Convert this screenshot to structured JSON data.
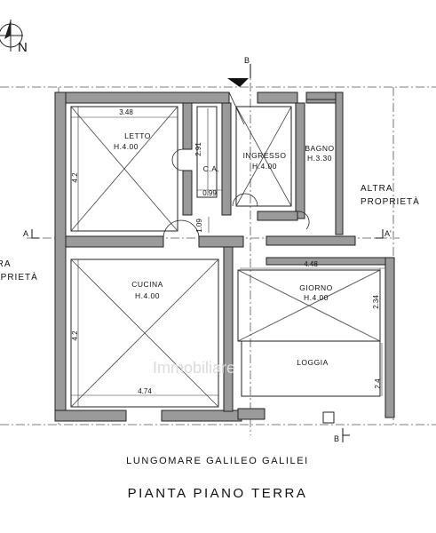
{
  "north_label": "N",
  "rooms": {
    "letto": {
      "name": "LETTO",
      "height": "H.4.00"
    },
    "ca": {
      "name": "C.A."
    },
    "ingresso": {
      "name": "INGRESSO",
      "height": "H.4.00"
    },
    "bagno": {
      "name": "BAGNO",
      "height": "H.3.30"
    },
    "cucina": {
      "name": "CUCINA",
      "height": "H.4.00"
    },
    "giorno": {
      "name": "GIORNO",
      "height": "H.4.00"
    },
    "loggia": {
      "name": "LOGGIA"
    }
  },
  "dimensions": {
    "letto_width": "3.48",
    "letto_depth": "4.2",
    "ca_depth": "2.91",
    "ca_width": "0.99",
    "passage": "1.09",
    "giorno_width": "4.48",
    "giorno_depth": "2.34",
    "cucina_depth": "4.2",
    "cucina_width": "4.74",
    "loggia_depth": "2.4"
  },
  "sections": {
    "b_top": "B",
    "b_bottom": "B",
    "a_left": "A",
    "a_right": "A'"
  },
  "neighbors": {
    "right_line1": "ALTRA",
    "right_line2": "PROPRIETÀ",
    "left_line1": "ALTRA",
    "left_line2": "PROPRIETÀ"
  },
  "watermark": "Immobiliare",
  "street": "LUNGOMARE GALILEO GALILEI",
  "title": "PIANTA PIANO TERRA"
}
